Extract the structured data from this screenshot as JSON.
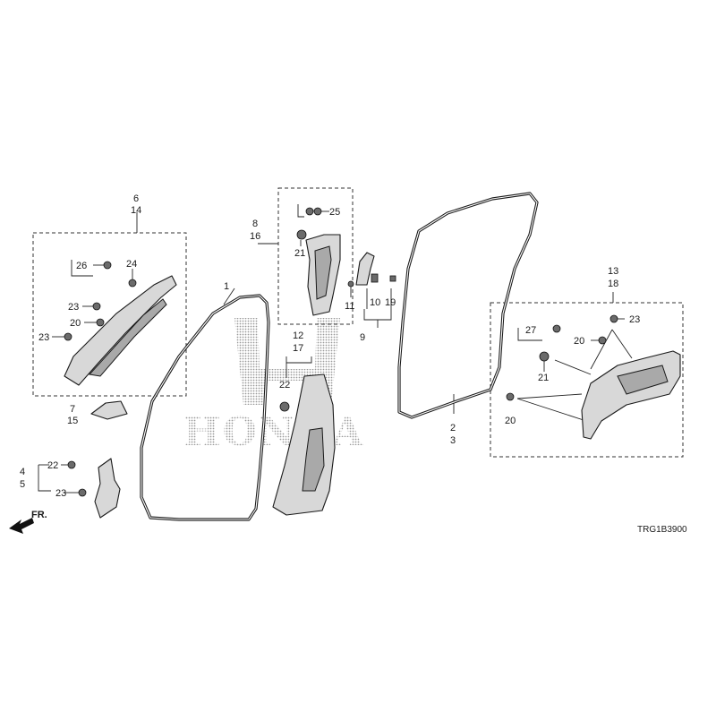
{
  "watermark": "HONDA",
  "diagram_code": "TRG1B3900",
  "front_indicator": "FR.",
  "labels": {
    "l1": "1",
    "l2": "2",
    "l3": "3",
    "l4": "4",
    "l5": "5",
    "l6": "6",
    "l7": "7",
    "l8": "8",
    "l9": "9",
    "l10": "10",
    "l11": "11",
    "l12": "12",
    "l13": "13",
    "l14": "14",
    "l15": "15",
    "l16": "16",
    "l17": "17",
    "l18": "18",
    "l19": "19",
    "l20a": "20",
    "l20b": "20",
    "l20c": "20",
    "l21a": "21",
    "l21b": "21",
    "l22a": "22",
    "l22b": "22",
    "l23a": "23",
    "l23b": "23",
    "l23c": "23",
    "l23d": "23",
    "l24": "24",
    "l25": "25",
    "l26": "26",
    "l27": "27"
  }
}
